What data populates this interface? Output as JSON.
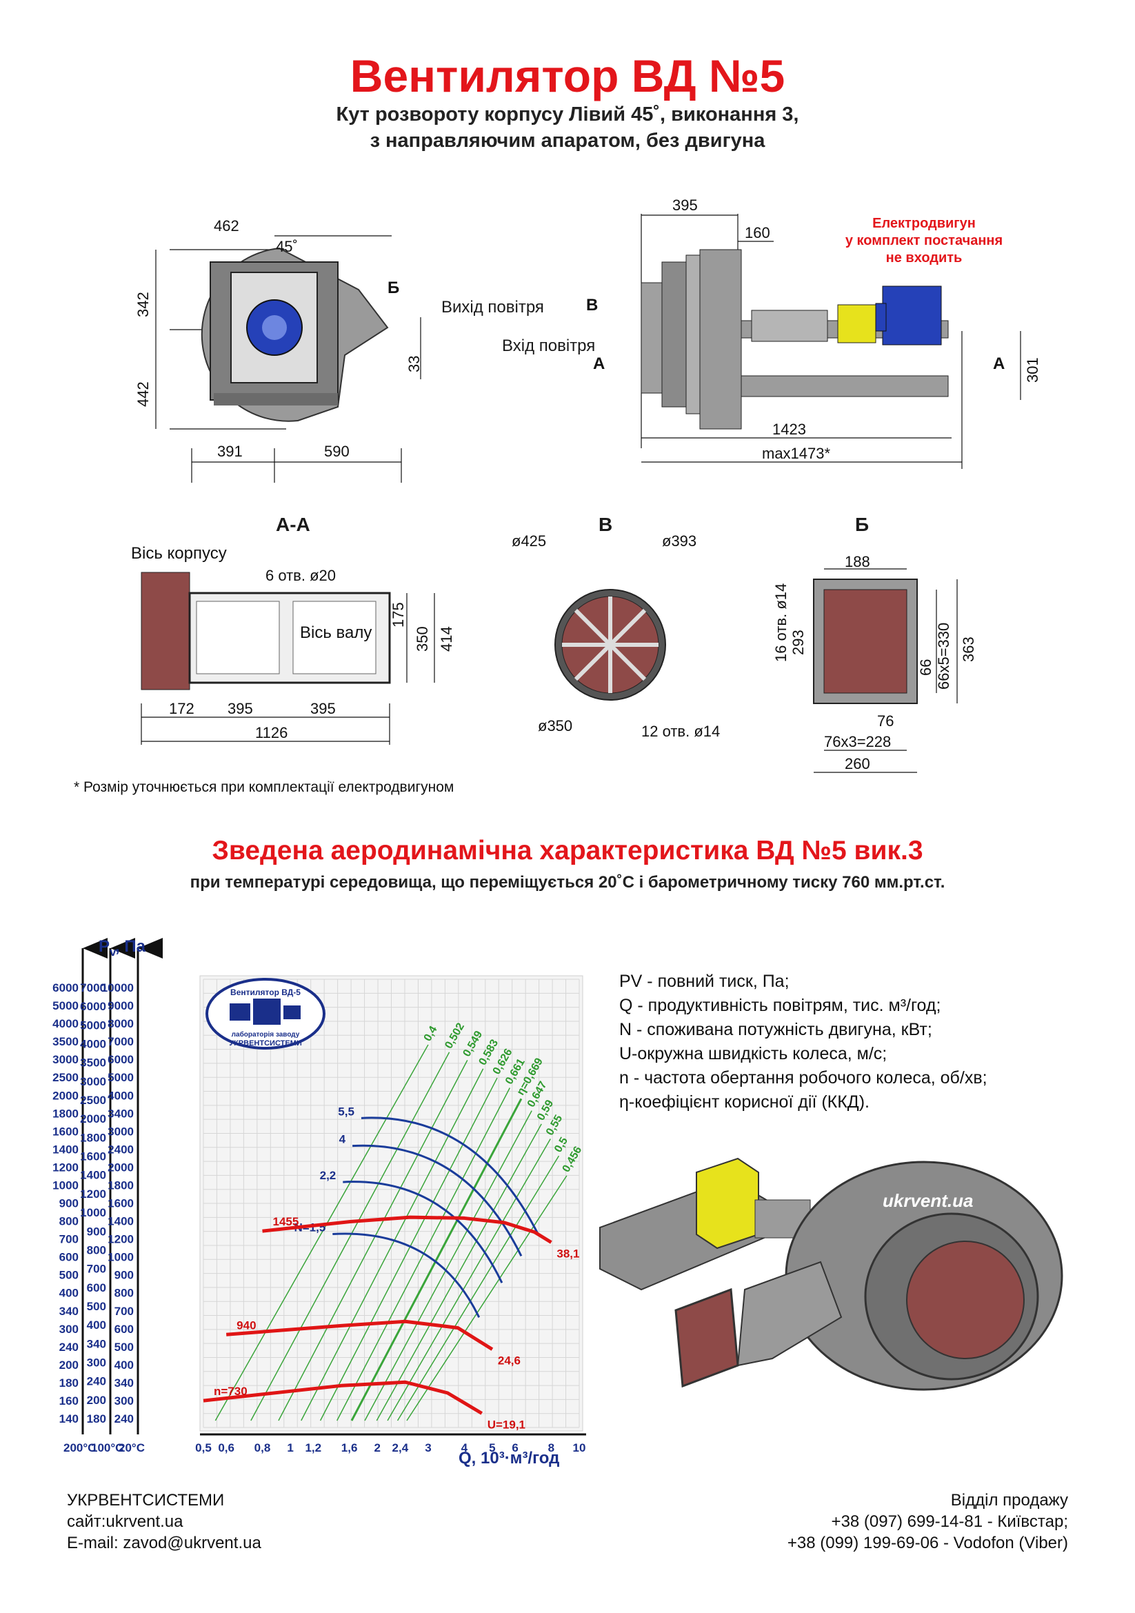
{
  "header": {
    "title": "Вентилятор  ВД №5",
    "subtitle1": "Кут розвороту корпусу Лівий 45˚, виконання 3,",
    "subtitle2": "з направляючим апаратом, без двигуна"
  },
  "front_view": {
    "dims": {
      "top": "462",
      "angle": "45˚",
      "h_up": "342",
      "h_down": "442",
      "outlet": "33",
      "bl": "391",
      "br": "590"
    },
    "section_mark": "Б",
    "outlet_label": "Вихід повітря",
    "watermark": "ukrvent.ua"
  },
  "side_view": {
    "dims": {
      "top": "395",
      "top2": "160",
      "height": "301",
      "len": "1423",
      "max": "max1473*"
    },
    "motor_note": [
      "Електродвигун",
      "у комплект постачання",
      "не входить"
    ],
    "inlet_mark": "В",
    "inlet_label": "Вхід повітря",
    "section_a": "А"
  },
  "section_aa": {
    "title": "А-А",
    "axis_body": "Вісь корпусу",
    "axis_shaft": "Вісь валу",
    "holes": "6 отв. ø20",
    "dims": [
      "172",
      "395",
      "395",
      "1126",
      "175",
      "350",
      "414"
    ]
  },
  "section_b": {
    "title": "В",
    "dims": {
      "d1": "ø425",
      "d2": "ø393",
      "d3": "ø350",
      "holes": "12 отв. ø14"
    }
  },
  "section_bb": {
    "title": "Б",
    "dims": {
      "w": "188",
      "holes": "16 отв. ø14",
      "h1": "293",
      "h2": "66",
      "h3": "66x5=330",
      "h4": "363",
      "w2": "76",
      "w3": "76x3=228",
      "w4": "260"
    }
  },
  "note": "* Розмір уточнюється при комплектації електродвигуном",
  "section": {
    "title": "Зведена аеродинамічна характеристика ВД №5 вик.3",
    "subtitle": "при температурі середовища, що переміщується 20˚С і барометричному тиску 760 мм.рт.ст."
  },
  "chart_data": {
    "type": "line",
    "title": "",
    "ylabel": "P",
    "ylabel_sub": "v",
    "ylabel_unit": ", Па",
    "xlabel": "Q, 10³·м³/год",
    "x_ticks": [
      "0,5",
      "0,6",
      "0,8",
      "1",
      "1,2",
      "1,6",
      "2",
      "2,4",
      "3",
      "4",
      "5",
      "6",
      "8",
      "10"
    ],
    "y_ticks_200": [
      "6000",
      "5000",
      "4000",
      "3500",
      "3000",
      "2500",
      "2000",
      "1800",
      "1600",
      "1400",
      "1200",
      "1000",
      "900",
      "800",
      "700",
      "600",
      "500",
      "400",
      "340",
      "300",
      "240",
      "200",
      "180",
      "160",
      "140"
    ],
    "y_ticks_100": [
      "7000",
      "6000",
      "5000",
      "4000",
      "3500",
      "3000",
      "2500",
      "2000",
      "1800",
      "1600",
      "1400",
      "1200",
      "1000",
      "900",
      "800",
      "700",
      "600",
      "500",
      "400",
      "340",
      "300",
      "240",
      "200",
      "180"
    ],
    "y_ticks_20": [
      "10000",
      "9000",
      "8000",
      "7000",
      "6000",
      "5000",
      "4000",
      "3400",
      "3000",
      "2400",
      "2000",
      "1800",
      "1600",
      "1400",
      "1200",
      "1000",
      "900",
      "800",
      "700",
      "600",
      "500",
      "400",
      "340",
      "300",
      "240"
    ],
    "temp_labels": [
      "200°С",
      "100°С",
      "20°С"
    ],
    "xlim": [
      0.5,
      10
    ],
    "ylim": [
      240,
      10000
    ],
    "log_scale": true,
    "grid": true,
    "speed_curves": [
      {
        "name": "n=730",
        "points": [
          [
            0.5,
            300
          ],
          [
            1.5,
            340
          ],
          [
            2.5,
            350
          ],
          [
            3.5,
            320
          ],
          [
            4.6,
            270
          ]
        ]
      },
      {
        "name": "940",
        "points": [
          [
            0.6,
            520
          ],
          [
            1.5,
            560
          ],
          [
            2.5,
            580
          ],
          [
            3.8,
            550
          ],
          [
            5.0,
            460
          ]
        ]
      },
      {
        "name": "1455",
        "points": [
          [
            0.8,
            1230
          ],
          [
            1.6,
            1330
          ],
          [
            2.6,
            1380
          ],
          [
            4.0,
            1370
          ],
          [
            5.5,
            1320
          ],
          [
            7.0,
            1220
          ],
          [
            8.0,
            1120
          ]
        ]
      }
    ],
    "speed_end_labels": [
      "U=19,1",
      "24,6",
      "38,1"
    ],
    "power_curves": [
      "N=1,5",
      "2,2",
      "4",
      "5,5"
    ],
    "efficiency_labels": [
      "0,4",
      "0,502",
      "0,549",
      "0,583",
      "0,626",
      "0,661",
      "η=0,669",
      "0,647",
      "0,59",
      "0,55",
      "0,5",
      "0,456"
    ]
  },
  "logo": {
    "line1": "Вентилятор ВД-5",
    "line2": "лабораторія заводу",
    "line3": "УКРВЕНТСИСТЕМИ"
  },
  "legend": [
    "PV - повний тиск, Па;",
    "Q - продуктивність повітрям, тис. м³/год;",
    "N - споживана потужність двигуна, кВт;",
    "U-окружна швидкість колеса, м/с;",
    "n - частота обертання робочого колеса, об/хв;",
    "η-коефіцієнт корисної дії (ККД)."
  ],
  "render_watermark": "ukrvent.ua",
  "footer": {
    "company": "УКРВЕНТСИСТЕМИ",
    "site": "сайт:ukrvent.ua",
    "email": "E-mail: zavod@ukrvent.ua",
    "sales": "Відділ продажу",
    "phone1": "+38 (097) 699-14-81 - Київстар;",
    "phone2": "+38 (099) 199-69-06 - Vodofon (Viber)"
  }
}
